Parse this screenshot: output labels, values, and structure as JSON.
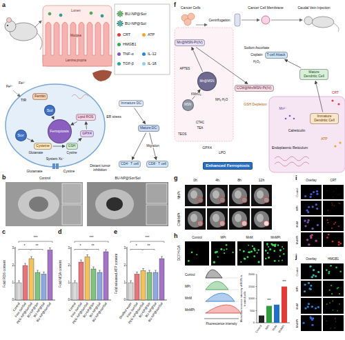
{
  "diagram": {
    "nodes": [
      {
        "text": [
          "Ferritin"
        ]
      },
      {
        "text": [
          "Sol"
        ]
      },
      {
        "text": [
          "Ferroptosis"
        ]
      },
      {
        "text": [
          "Lipid ROS"
        ]
      },
      {
        "text": [
          "GPX4"
        ]
      },
      {
        "text": [
          "GSH"
        ]
      },
      {
        "text": [
          "Cysteine"
        ]
      },
      {
        "text": [
          "Sor"
        ]
      },
      {
        "text": [
          "Immature DC"
        ]
      },
      {
        "text": [
          "Mature DC"
        ]
      },
      {
        "text": [
          "CD8⁺ T cell"
        ]
      },
      {
        "text": [
          "CD4⁺ T cell"
        ]
      },
      {
        "text": [
          "MSN"
        ]
      },
      {
        "text": [
          "Mn@MSN"
        ]
      },
      {
        "text": [
          "Mn@MSN-Pt(IV)"
        ]
      },
      {
        "text": [
          "CCM@Mn/MSN-Pt(IV)"
        ]
      },
      {
        "text": [
          "Enhanced Ferroptosis"
        ]
      },
      {
        "text": [
          "Immature Dendritic Cell"
        ]
      },
      {
        "text": [
          "Mature Dendritic Cell"
        ]
      },
      {
        "text": [
          "T-cell Attack"
        ]
      }
    ],
    "edges": [
      {
        "from": 1,
        "to": 2,
        "arrow": "to"
      },
      {
        "from": 3,
        "to": 2,
        "arrow": "to"
      },
      {
        "from": 4,
        "to": 3,
        "arrow": "to"
      },
      {
        "from": 5,
        "to": 4,
        "arrow": "to"
      },
      {
        "from": 6,
        "to": 5,
        "arrow": "to"
      },
      {
        "from": 7,
        "to": 6,
        "arrow": "to"
      },
      {
        "from": 8,
        "to": 9,
        "arrow": "to"
      },
      {
        "from": 9,
        "to": 10,
        "label": "Migration",
        "arrow": "to"
      },
      {
        "from": 9,
        "to": 11,
        "arrow": "to"
      },
      {
        "from": 12,
        "to": 13,
        "label": "KMnO₄",
        "arrow": "to"
      },
      {
        "from": 13,
        "to": 14,
        "arrow": "to"
      },
      {
        "from": 14,
        "to": 15,
        "arrow": "to"
      },
      {
        "from": 17,
        "to": 18,
        "arrow": "to"
      },
      {
        "from": 18,
        "to": 19,
        "arrow": "to"
      }
    ],
    "labels": [
      "a",
      "b",
      "c",
      "d",
      "e",
      "f",
      "g",
      "h",
      "i",
      "j",
      "Lumen",
      "Mucosa",
      "Lamina propria",
      "Fe³⁺",
      "Fe²⁺",
      "TfR",
      "ER stress",
      "Glutamate",
      "Cystine",
      "System Xc⁻",
      "Glutamate",
      "Cystine",
      "Distant tumor inhibition",
      "Control",
      "BU-NP@Sor/Sol",
      "Fold ROS content",
      "0",
      "1",
      "2",
      "3",
      "Control",
      "Free Sor/Sol",
      "PEG-NP@Sor/Sol",
      "BU-NP@Sor",
      "BU-NP@Sol",
      "BU-NP@Sor/Sol",
      "*",
      "**",
      "***",
      "Fold MDA content",
      "0",
      "1",
      "2",
      "3",
      "Control",
      "Free Sor/Sol",
      "PEG-NP@Sor/Sol",
      "BU-NP@Sor",
      "BU-NP@Sol",
      "BU-NP@Sor/Sol",
      "*",
      "**",
      "***",
      "Fold released ATP content",
      "0",
      "1",
      "2",
      "3",
      "Distilled water",
      "Free Sor/Sol",
      "PEG-NP@Sor/Sol",
      "BU-NP@Sor",
      "BU-NP@Sol",
      "BU-NP@Sor/Sol",
      "*",
      "**",
      "***",
      "Cancer Cells",
      "Centrifugation",
      "Cancer Cell Membrane",
      "Caudal Vein Injection",
      "Sodium Ascorbate",
      "Cisplatin",
      "H₂O₂",
      "APTES",
      "NH₃·H₂O",
      "TEOS",
      "CTAC",
      "TEA",
      "GSH Depletion",
      "GPX4",
      "LPO",
      "Endoplasmic Reticulum",
      "Calreticulin",
      "CRT",
      "ATP",
      "Mn²⁺",
      "0h",
      "4h",
      "8h",
      "12h",
      "MnPt",
      "CMnMPt",
      "DCFH-DA",
      "Control",
      "MPt",
      "MnM",
      "MnMPt",
      "Control",
      "MPt",
      "MnM",
      "MnMPt",
      "Fluorescence intensity",
      "Mean fluorescence intensity of ROS in treated cells",
      "0",
      "500",
      "1000",
      "1500",
      "2000",
      "Control",
      "MPt",
      "MnM",
      "MnMPt",
      "***",
      "***",
      "Overlay",
      "CRT",
      "Control",
      "MPt",
      "MnM",
      "MnMPt",
      "Overlay",
      "HMGB1",
      "Control",
      "MPt",
      "MnM",
      "MnMPt"
    ],
    "legend": [
      {
        "text": "BU-NP@Sor"
      },
      {
        "text": "BU-NP@Sol"
      },
      {
        "text": "CRT",
        "color": "#e53935"
      },
      {
        "text": "ATP",
        "color": "#f5a623"
      },
      {
        "text": "HMGB1",
        "color": "#3aa655"
      },
      {
        "text": "TNF-α",
        "color": "#7e57c2"
      },
      {
        "text": "IL-12",
        "color": "#1e88e5"
      },
      {
        "text": "TGF-β",
        "color": "#26a69a"
      },
      {
        "text": "IL-18",
        "color": "#90caf9"
      }
    ]
  }
}
